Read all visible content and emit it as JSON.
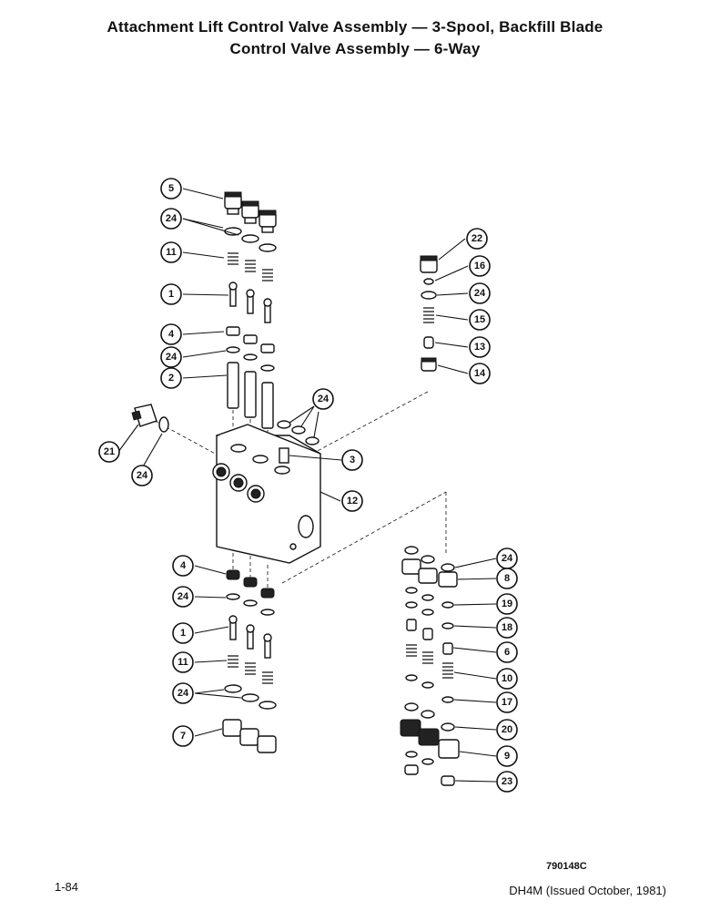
{
  "header": {
    "title_line1": "Attachment Lift Control Valve Assembly — 3-Spool, Backfill Blade",
    "title_line2": "Control Valve Assembly — 6-Way"
  },
  "callouts": {
    "c5": "5",
    "c24a": "24",
    "c11a": "11",
    "c1a": "1",
    "c4a": "4",
    "c24b": "24",
    "c2": "2",
    "c22": "22",
    "c16": "16",
    "c24c": "24",
    "c15": "15",
    "c13": "13",
    "c14": "14",
    "c24d": "24",
    "c3": "3",
    "c21": "21",
    "c24e": "24",
    "c12": "12",
    "c4b": "4",
    "c24f": "24",
    "c1b": "1",
    "c11b": "11",
    "c24g": "24",
    "c7": "7",
    "c24h": "24",
    "c8": "8",
    "c19": "19",
    "c18": "18",
    "c6": "6",
    "c10": "10",
    "c17": "17",
    "c20": "20",
    "c9": "9",
    "c23": "23"
  },
  "figure_code": "790148C",
  "footer": {
    "page": "1-84",
    "doc": "DH4M (Issued October, 1981)"
  }
}
